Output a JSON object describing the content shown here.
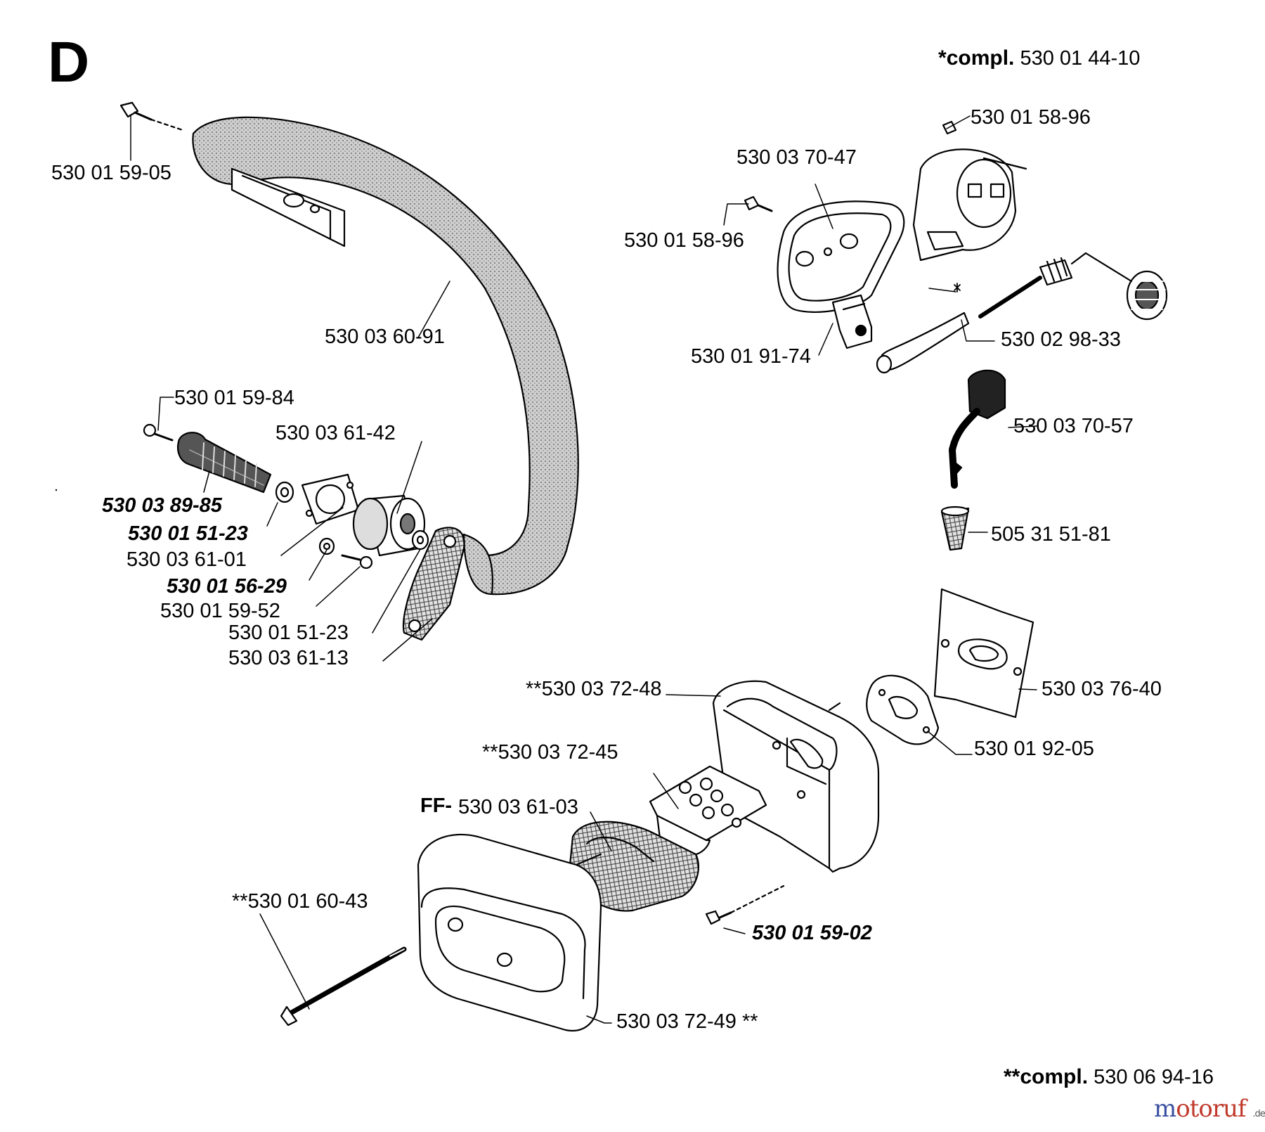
{
  "section_letter": "D",
  "compl_top": {
    "marker": "*",
    "word": "compl.",
    "number": "530 01 44-10"
  },
  "compl_bottom": {
    "marker": "**",
    "word": "compl.",
    "number": "530 06 94-16"
  },
  "labels": [
    {
      "id": "p-530-01-59-05",
      "text": "530 01 59-05",
      "bold": false
    },
    {
      "id": "p-530-03-60-91",
      "text": "530 03 60-91",
      "bold": false
    },
    {
      "id": "p-530-01-59-84",
      "text": "530 01 59-84",
      "bold": false
    },
    {
      "id": "p-530-03-61-42",
      "text": "530 03 61-42",
      "bold": false
    },
    {
      "id": "p-530-03-89-85",
      "text": "530 03 89-85",
      "bold": true
    },
    {
      "id": "p-530-01-51-23-a",
      "text": "530 01 51-23",
      "bold": true
    },
    {
      "id": "p-530-03-61-01",
      "text": "530 03 61-01",
      "bold": false
    },
    {
      "id": "p-530-01-56-29",
      "text": "530 01 56-29",
      "bold": true
    },
    {
      "id": "p-530-01-59-52",
      "text": "530 01 59-52",
      "bold": false
    },
    {
      "id": "p-530-01-51-23-b",
      "text": "530 01 51-23",
      "bold": false
    },
    {
      "id": "p-530-03-61-13",
      "text": "530 03 61-13",
      "bold": false
    },
    {
      "id": "p-530-01-58-96-a",
      "text": "530 01 58-96",
      "bold": false
    },
    {
      "id": "p-530-03-70-47",
      "text": "530 03 70-47",
      "bold": false
    },
    {
      "id": "p-530-01-58-96-b",
      "text": "530 01 58-96",
      "bold": false
    },
    {
      "id": "p-530-01-91-74",
      "text": "530 01 91-74",
      "bold": false
    },
    {
      "id": "p-530-02-98-33",
      "text": "530 02 98-33",
      "bold": false
    },
    {
      "id": "p-530-03-70-57",
      "text": "530 03 70-57",
      "bold": false
    },
    {
      "id": "p-505-31-51-81",
      "text": "505 31 51-81",
      "bold": false
    },
    {
      "id": "p-530-03-76-40",
      "text": "530 03 76-40",
      "bold": false
    },
    {
      "id": "p-530-03-72-48",
      "text": "**530 03 72-48",
      "bold": false
    },
    {
      "id": "p-530-01-92-05",
      "text": "530 01 92-05",
      "bold": false
    },
    {
      "id": "p-530-03-72-45",
      "text": "**530 03 72-45",
      "bold": false
    },
    {
      "id": "p-ff-prefix",
      "text": "FF-",
      "bold": false
    },
    {
      "id": "p-530-03-61-03",
      "text": "530 03 61-03",
      "bold": false
    },
    {
      "id": "p-530-01-60-43",
      "text": "**530 01 60-43",
      "bold": false
    },
    {
      "id": "p-530-01-59-02",
      "text": "530 01 59-02",
      "bold": true
    },
    {
      "id": "p-530-03-72-49",
      "text": "530 03 72-49 **",
      "bold": false
    }
  ],
  "watermark": {
    "text": "motoruf",
    "suffix": ".de"
  },
  "colors": {
    "ink": "#000000",
    "paper": "#ffffff",
    "shade": "#b8b8b8",
    "watermark_m": "#3a4fa0",
    "watermark_rest": "#c0392b"
  }
}
